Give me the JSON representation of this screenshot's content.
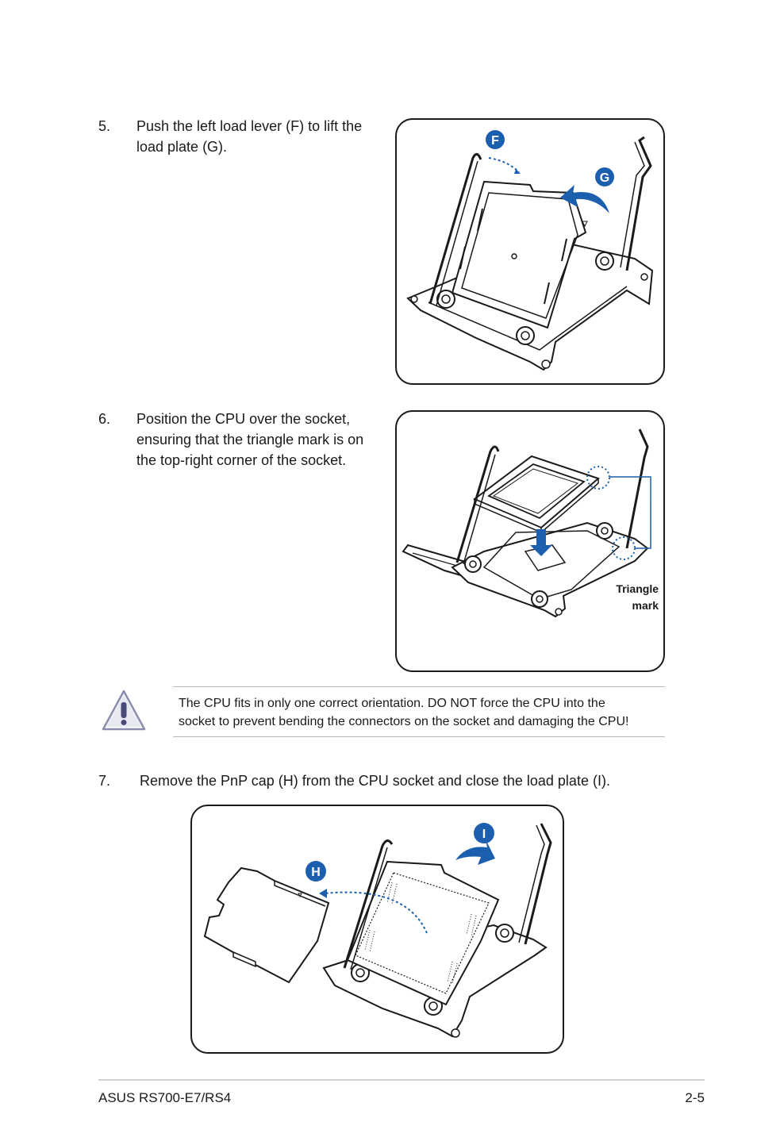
{
  "steps": {
    "step5": {
      "number": "5.",
      "line1": "Push the left load lever (F) to lift the",
      "line2": "load plate (G)."
    },
    "step6": {
      "number": "6.",
      "line1": "Position the CPU over the socket,",
      "line2": "ensuring that the triangle mark is on",
      "line3": "the top-right corner of the socket."
    },
    "step7": {
      "number": "7.",
      "text": "Remove the PnP cap (H) from the CPU socket and close the load plate (I)."
    }
  },
  "figures": {
    "fig5": {
      "label_f": "F",
      "label_g": "G"
    },
    "fig6": {
      "triangle_label_line1": "Triangle",
      "triangle_label_line2": "mark"
    },
    "fig7": {
      "label_h": "H",
      "label_i": "I"
    }
  },
  "caution": {
    "line1": "The CPU fits in only one correct orientation. DO NOT force the CPU into the",
    "line2": "socket to prevent bending the connectors on the socket and damaging the CPU!"
  },
  "footer": {
    "model": "ASUS RS700-E7/RS4",
    "page": "2-5"
  },
  "colors": {
    "accent_blue": "#1c5fae",
    "line": "#1a1a1a",
    "rule": "#b9b9b9"
  }
}
